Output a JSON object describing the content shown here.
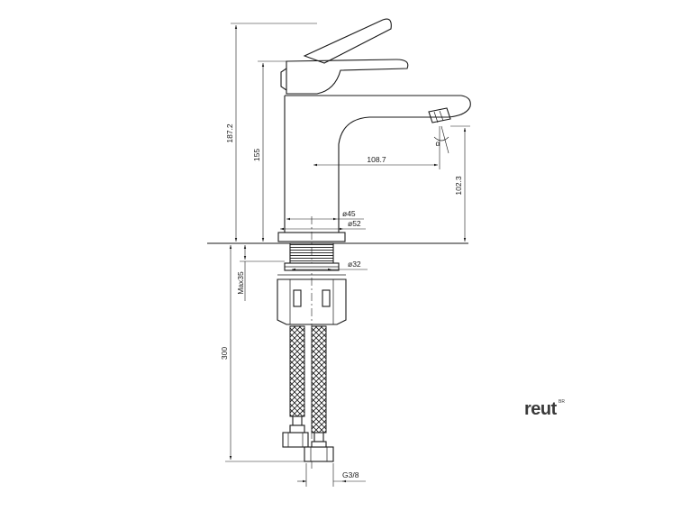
{
  "dimensions": {
    "total_height": "187.2",
    "spout_height": "155",
    "spout_reach": "108.7",
    "aerator_height": "102.3",
    "body_diameter": "ø45",
    "base_diameter": "ø52",
    "shank_diameter": "ø32",
    "max_deck": "Max35",
    "hose_length": "300",
    "connection": "G3/8"
  },
  "angle_label": "α",
  "brand": {
    "name": "reut",
    "superscript": "BR"
  }
}
